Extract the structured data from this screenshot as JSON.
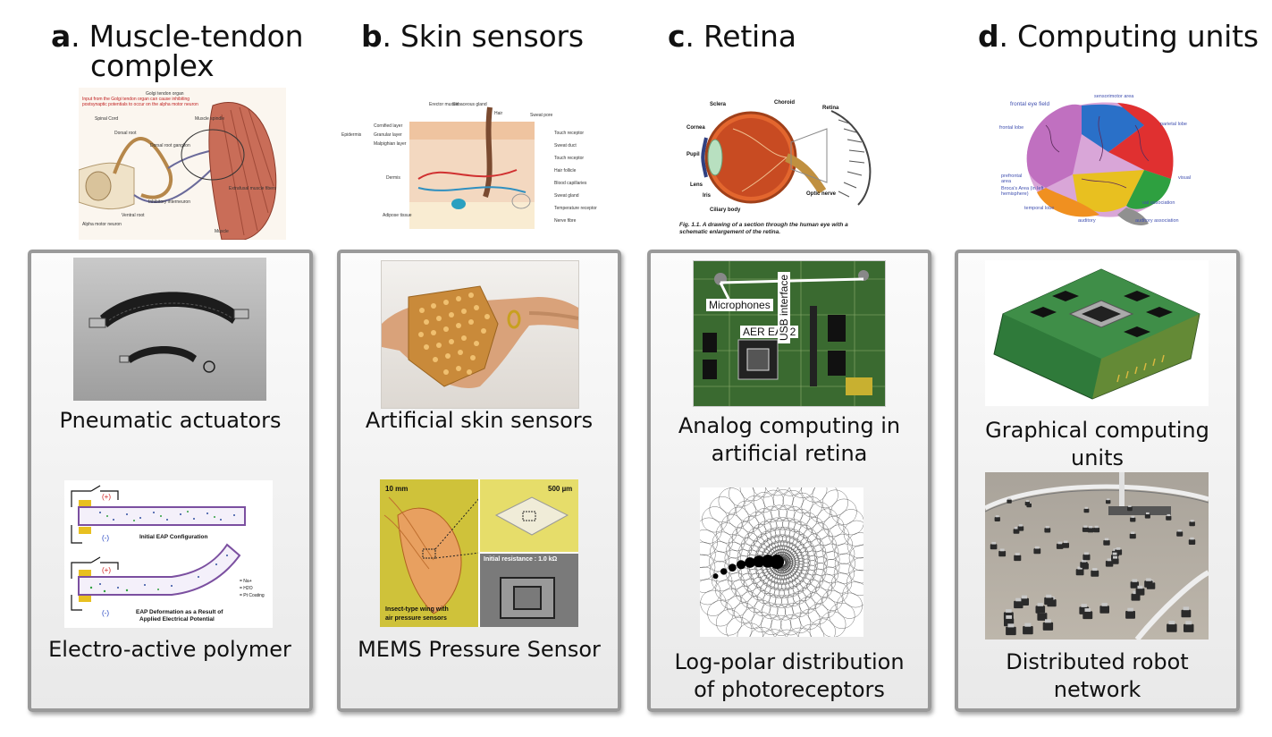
{
  "headers": [
    {
      "letter": "a",
      "title": "Muscle-tendon",
      "title2": "complex"
    },
    {
      "letter": "b",
      "title": "Skin sensors",
      "title2": ""
    },
    {
      "letter": "c",
      "title": "Retina",
      "title2": ""
    },
    {
      "letter": "d",
      "title": "Computing units",
      "title2": ""
    }
  ],
  "anatomy": {
    "muscle": {
      "labels": [
        "Golgi tendon organ",
        "Spinal Cord",
        "Dorsal root",
        "Dorsal root ganglion",
        "Muscle spindle",
        "Inhibitory interneuron",
        "Ventral root",
        "Alpha motor neuron",
        "Extrafusal muscle fibers",
        "Muscle"
      ],
      "note": "Input from the Golgi tendon organ can cause inhibiting postsynaptic potentials to occur on the alpha motor neuron"
    },
    "skin": {
      "labels": [
        "Cornified layer",
        "Granular layer",
        "Malpighian layer",
        "Epidermis",
        "Dermis",
        "Adipose tissue",
        "Erector muscle",
        "Sebaceous gland",
        "Hair",
        "Sweat pore",
        "Touch receptor",
        "Sweat duct",
        "Touch receptor",
        "Hair follicle",
        "Blood capillaries",
        "Sweat gland",
        "Temperature receptor",
        "Nerve fibre"
      ]
    },
    "eye": {
      "labels": [
        "Sclera",
        "Choroid",
        "Retina",
        "Cornea",
        "Pupil",
        "Lens",
        "Iris",
        "Ciliary body",
        "Optic nerve"
      ],
      "caption": "Fig. 1.1. A drawing of a section through the human eye with a schematic enlargement of the retina."
    },
    "brain": {
      "labels": [
        "frontal eye field",
        "sensorimotor area",
        "frontal lobe",
        "parietal lobe",
        "prefrontal area",
        "Broca's Area (in left hemisphere)",
        "visual",
        "temporal lobe",
        "ual association",
        "auditory",
        "auditory association"
      ]
    }
  },
  "captions": {
    "a1": [
      "Pneumatic actuators"
    ],
    "a2": [
      "Electro-active polymer"
    ],
    "b1": [
      "Artificial skin sensors"
    ],
    "b2": [
      "MEMS Pressure Sensor"
    ],
    "c1": [
      "Analog computing in",
      "artificial retina"
    ],
    "c2": [
      "Log-polar distribution",
      "of photoreceptors"
    ],
    "d1": [
      "Graphical computing",
      "units"
    ],
    "d2": [
      "Distributed robot",
      "network"
    ]
  },
  "photos": {
    "eap": {
      "plus": "(+)",
      "minus": "(-)",
      "initial": "Initial EAP Configuration",
      "deformed_line1": "EAP Deformation as a Result of",
      "deformed_line2": "Applied Electrical Potential",
      "legend": [
        "= Na+",
        "= H2O",
        "= Pt Coating"
      ]
    },
    "mems": {
      "scale1": "10 mm",
      "scale2": "500 µm",
      "note_line1": "Insect-type wing with",
      "note_line2": "air pressure sensors",
      "resistance": "Initial resistance : 1.0 kΩ"
    },
    "board": {
      "mic": "Microphones",
      "chip": "AER EAR2",
      "usb": "USB interface"
    }
  },
  "colors": {
    "panel_border": "#9a9a9a",
    "eap_frame": "#7b4fa0",
    "electrode": "#e8c020",
    "plus": "#d02020",
    "minus": "#2040c0"
  }
}
